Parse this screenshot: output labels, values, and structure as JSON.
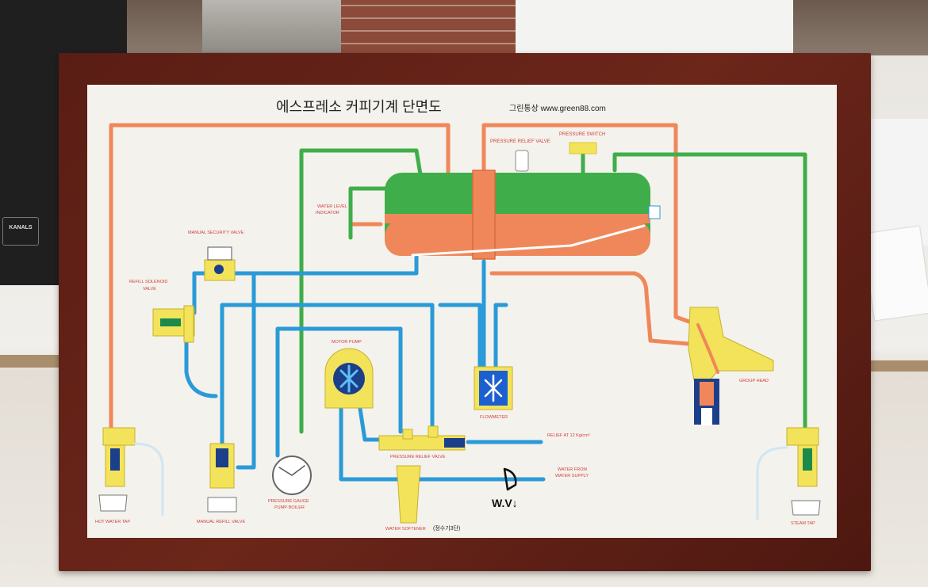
{
  "diagram": {
    "title": "에스프레소 커피기계 단면도",
    "brand": "그린통상 www.green88.com",
    "labels": {
      "pressure_switch": "PRESSURE SWITCH",
      "pressure_relief_valve_top": "PRESSURE RELIEF VALVE",
      "water_level_indicator_1": "WATER LEVEL",
      "water_level_indicator_2": "INDICATOR",
      "manual_security_valve": "MANUAL SECURITY VALVE",
      "refill_solenoid_1": "REFILL SOLENOID",
      "refill_solenoid_2": "VALVE",
      "motor_pump": "MOTOR PUMP",
      "flowmeter": "FLOWMETER",
      "group_head": "GROUP HEAD",
      "relief_at": "RELIEF AT 12 Kg/cm²",
      "pressure_relief_valve_bottom": "PRESSURE RELIEF VALVE",
      "water_from_1": "WATER FROM",
      "water_from_2": "WATER SUPPLY",
      "hot_water_tap": "HOT WATER TAP",
      "manual_refill_valve": "MANUAL REFILL VALVE",
      "pressure_gauge_1": "PRESSURE GAUGE",
      "pressure_gauge_2": "PUMP·BOILER",
      "water_softener": "WATER SOFTENER",
      "water_softener_kr": "(정수기3단)",
      "steam_tap": "STEAM TAP",
      "handwritten_note": "W.V↓"
    },
    "colors": {
      "cold_water": "#2a9ad8",
      "hot_water": "#f0875a",
      "steam": "#3fae4a",
      "component_yellow": "#f2e35a",
      "pipe_dark": "#1c3f8a",
      "frame": "#5e1f15"
    }
  },
  "environment": {
    "speaker_brand": "KANALS"
  }
}
